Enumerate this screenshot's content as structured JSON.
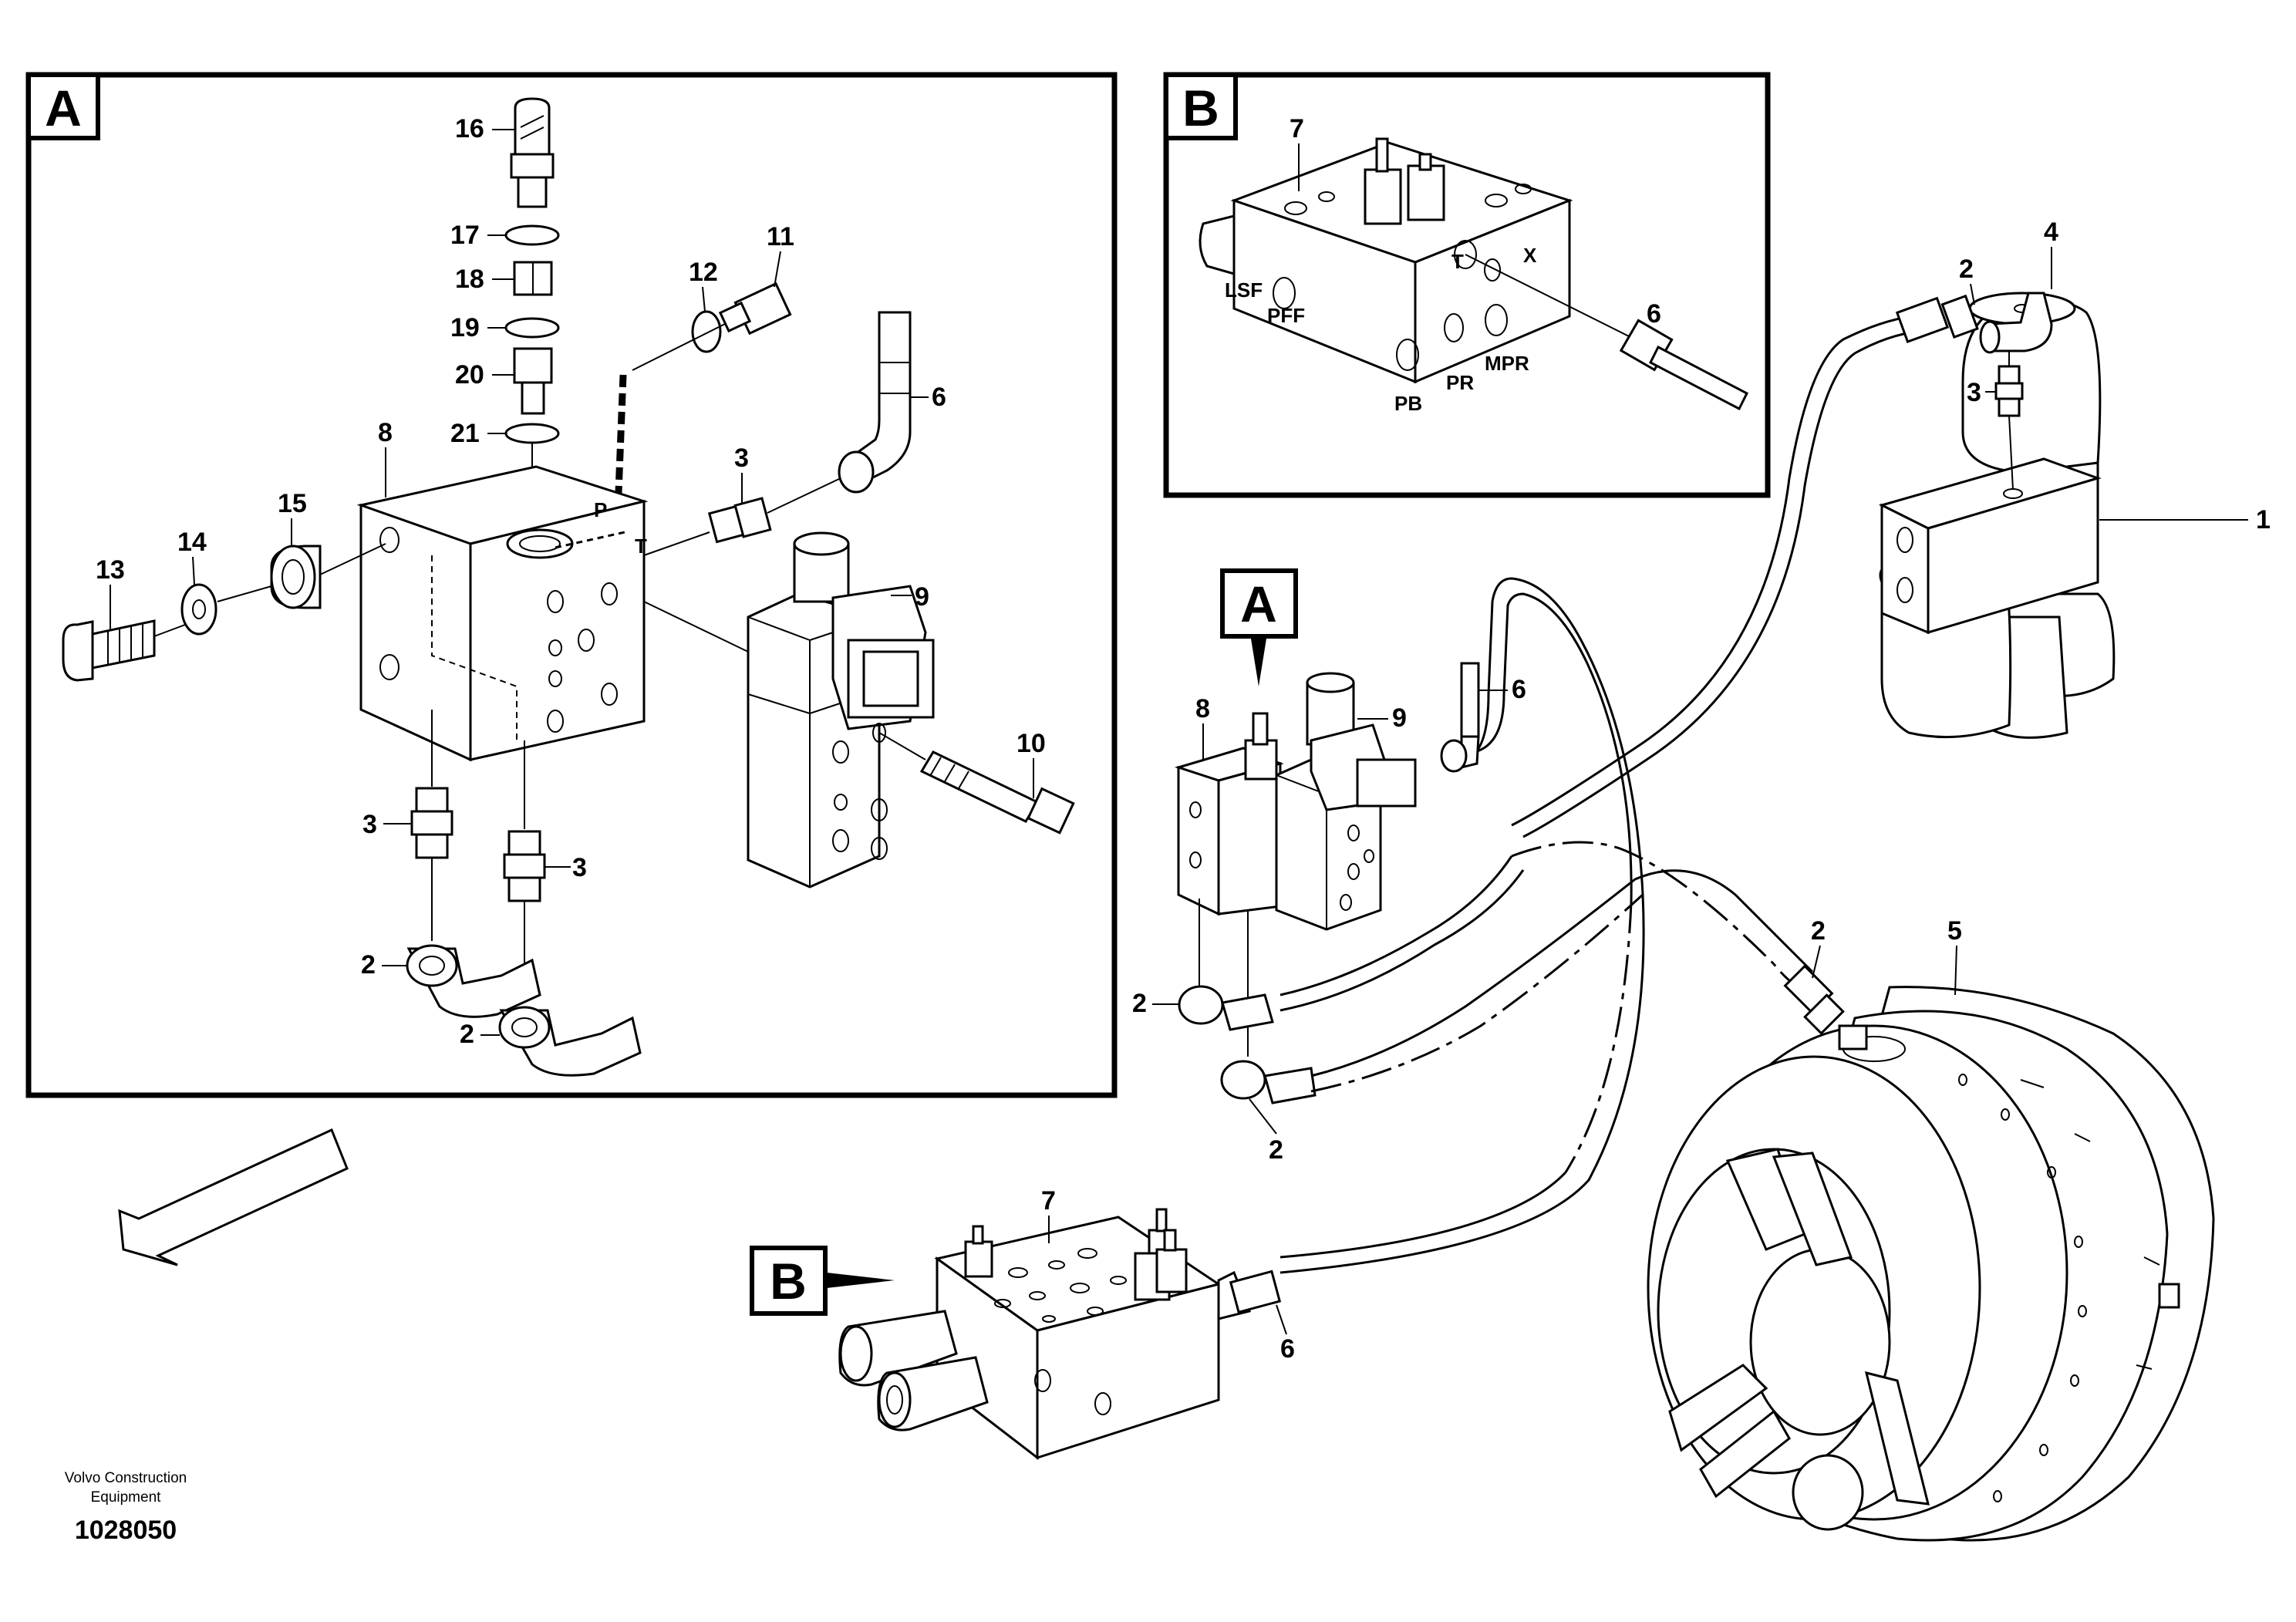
{
  "footer": {
    "company_line1": "Volvo Construction",
    "company_line2": "Equipment",
    "figure_number": "1028050"
  },
  "detail_a": {
    "label": "A",
    "callouts": [
      "16",
      "17",
      "18",
      "19",
      "20",
      "21",
      "11",
      "12",
      "6",
      "8",
      "15",
      "14",
      "13",
      "3",
      "9",
      "10",
      "3",
      "3",
      "2",
      "2"
    ],
    "ports": [
      "P",
      "T"
    ]
  },
  "detail_b": {
    "label": "B",
    "callouts": [
      "7",
      "6"
    ],
    "ports": [
      "LSF",
      "PFF",
      "T",
      "X",
      "PB",
      "PR",
      "MPR"
    ]
  },
  "main_view": {
    "pointer_a": "A",
    "pointer_b": "B",
    "callouts": [
      "2",
      "4",
      "3",
      "1",
      "8",
      "9",
      "6",
      "2",
      "2",
      "2",
      "5",
      "7",
      "6"
    ]
  }
}
